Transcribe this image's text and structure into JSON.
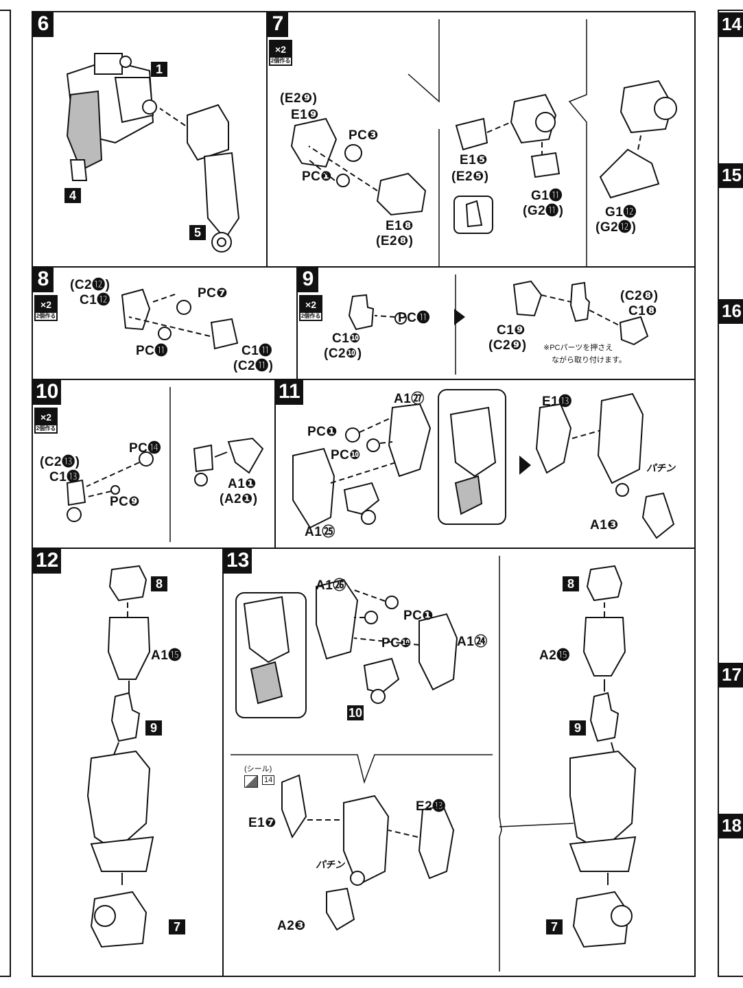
{
  "steps": {
    "s6": {
      "num": "6",
      "labels": [
        "1",
        "4",
        "5"
      ]
    },
    "s7": {
      "num": "7",
      "x2": "×2",
      "x2_sub": "2個作る",
      "labels": [
        "(E2❾)",
        "E1❾",
        "PC❸",
        "PC❶",
        "E1❽",
        "(E2❽)",
        "E1❺",
        "(E2❺)",
        "G1⓫",
        "(G2⓫)",
        "G1⓬",
        "(G2⓬)"
      ]
    },
    "s8": {
      "num": "8",
      "x2": "×2",
      "x2_sub": "2個作る",
      "labels": [
        "(C2⓬)",
        "C1⓬",
        "PC❼",
        "PC⓫",
        "C1⓫",
        "(C2⓫)"
      ]
    },
    "s9": {
      "num": "9",
      "x2": "×2",
      "x2_sub": "2個作る",
      "labels": [
        "PC⓫",
        "C1❿",
        "(C2❿)",
        "(C2❽)",
        "C1❽",
        "C1❾",
        "(C2❾)"
      ],
      "note1": "※PCパーツを押さえ",
      "note2": "ながら取り付けます。"
    },
    "s10": {
      "num": "10",
      "x2": "×2",
      "x2_sub": "2個作る",
      "labels": [
        "PC⓮",
        "(C2⓭)",
        "C1⓭",
        "PC❾",
        "A1❶",
        "(A2❶)"
      ]
    },
    "s11": {
      "num": "11",
      "labels": [
        "A1㉗",
        "PC❶",
        "PC❿",
        "A1㉕",
        "E1⓭",
        "A1❸"
      ],
      "snap": "パチン"
    },
    "s12": {
      "num": "12",
      "labels": [
        "8",
        "A1⓯",
        "9",
        "7"
      ]
    },
    "s13": {
      "num": "13",
      "labels": [
        "A1㉖",
        "PC❶",
        "PC❿",
        "A1㉔",
        "10",
        "E1❼",
        "E2⓭",
        "A2❸",
        "8",
        "A2⓯",
        "9",
        "7"
      ],
      "sticker": "(シール)",
      "sticker_num": "14",
      "snap": "パチン"
    },
    "edge": [
      "14",
      "15",
      "16",
      "17",
      "18"
    ]
  }
}
